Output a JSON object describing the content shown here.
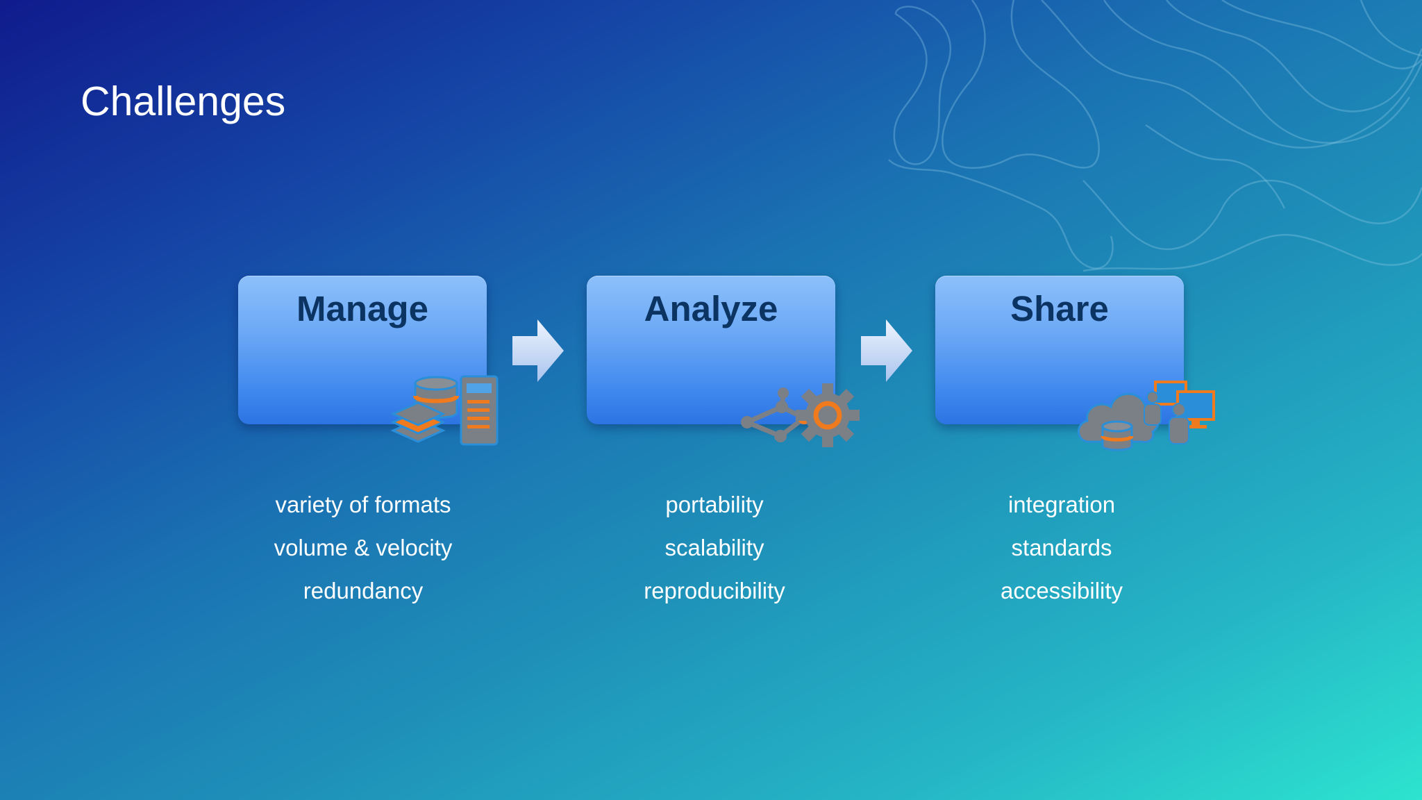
{
  "slide": {
    "title": "Challenges"
  },
  "stages": [
    {
      "title": "Manage",
      "icon": "database-stack-icon",
      "items": [
        "variety of formats",
        "volume & velocity",
        "redundancy"
      ]
    },
    {
      "title": "Analyze",
      "icon": "network-gear-icon",
      "items": [
        "portability",
        "scalability",
        "reproducibility"
      ]
    },
    {
      "title": "Share",
      "icon": "cloud-share-icon",
      "items": [
        "integration",
        "standards",
        "accessibility"
      ]
    }
  ],
  "colors": {
    "box_title": "#0c3463",
    "icon_gray": "#7b7f86",
    "icon_orange": "#f07a1e",
    "icon_blue_outline": "#2a8fd8",
    "text": "#ffffff"
  }
}
